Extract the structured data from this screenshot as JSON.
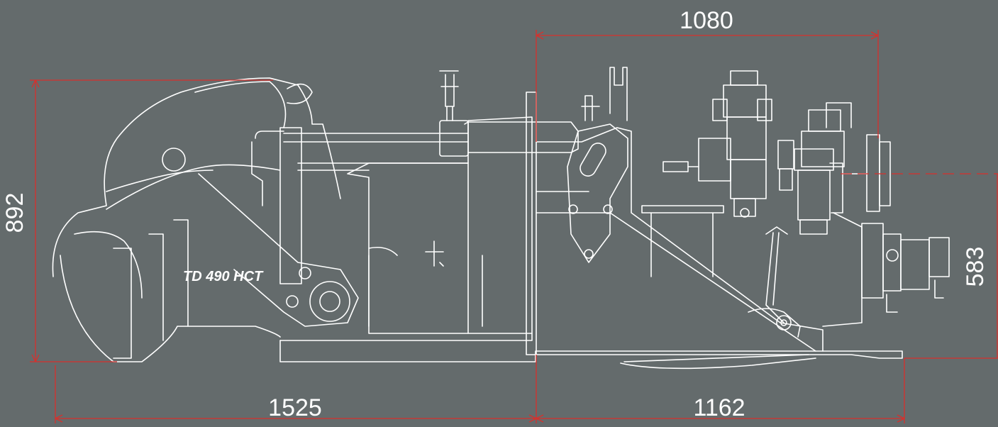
{
  "colors": {
    "background": "#646b6c",
    "line_art": "#ffffff",
    "dimension": "#d8302c"
  },
  "dimensions": {
    "top_width": "1080",
    "left_height": "892",
    "right_height": "583",
    "bottom_left": "1525",
    "bottom_right": "1162"
  },
  "machine": {
    "model_label": "TD 490 HCT"
  }
}
